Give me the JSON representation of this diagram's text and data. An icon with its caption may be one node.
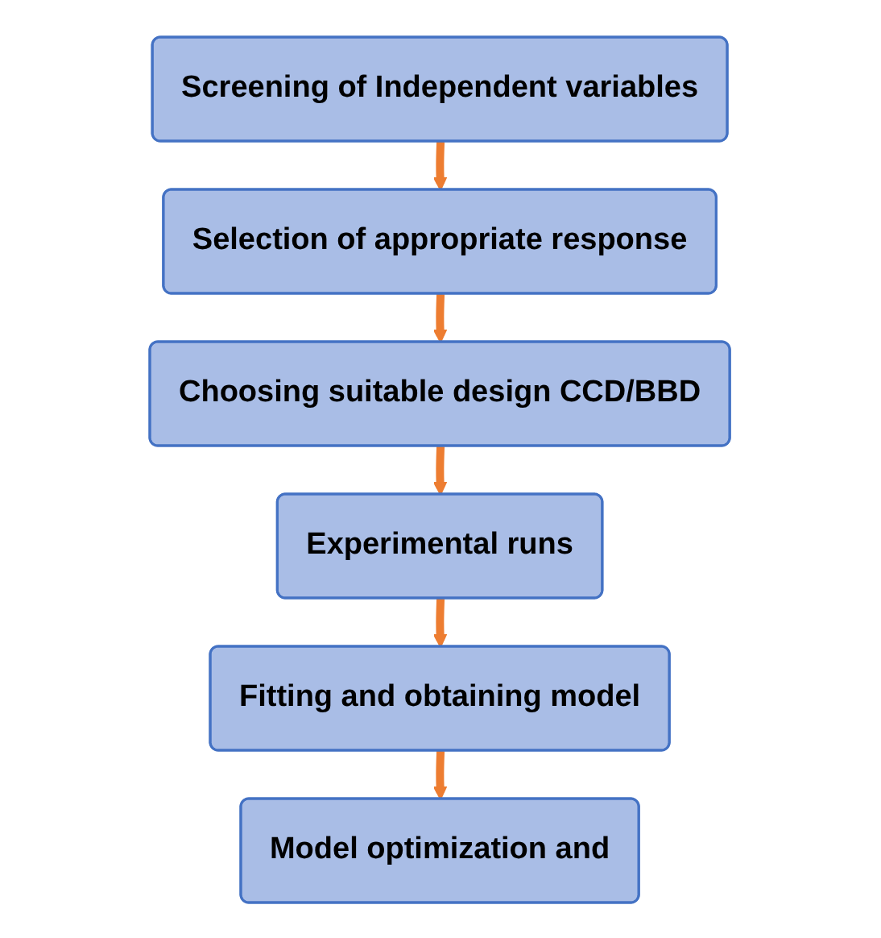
{
  "diagram": {
    "nodes": [
      {
        "text": [
          "Screening of Independent variables"
        ]
      },
      {
        "text": [
          "Selection of appropriate response"
        ]
      },
      {
        "text": [
          "Choosing suitable design CCD/BBD"
        ]
      },
      {
        "text": [
          "Experimental runs"
        ]
      },
      {
        "text": [
          "Fitting and obtaining model"
        ]
      },
      {
        "text": [
          "Model optimization and"
        ]
      }
    ],
    "edges": [
      {
        "from": 0,
        "to": 1,
        "arrow": "to"
      },
      {
        "from": 1,
        "to": 2,
        "arrow": "to"
      },
      {
        "from": 2,
        "to": 3,
        "arrow": "to"
      },
      {
        "from": 3,
        "to": 4,
        "arrow": "to"
      },
      {
        "from": 4,
        "to": 5,
        "arrow": "to"
      }
    ]
  }
}
